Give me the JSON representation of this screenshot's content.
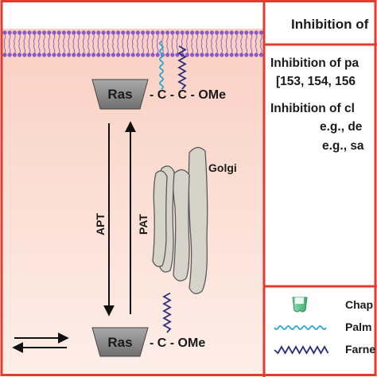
{
  "left_panel": {
    "ras_top": "Ras",
    "chain_top": "- C - C - OMe",
    "ras_bottom": "Ras",
    "chain_bottom": "- C - OMe",
    "apt_label": "APT",
    "pat_label": "PAT",
    "golgi_label": "Golgi"
  },
  "right_panel": {
    "header": "Inhibition of",
    "line1": "Inhibition of pa",
    "line2": "[153, 154, 156",
    "line3": "Inhibition of cl",
    "line4": "e.g., de",
    "line5": "e.g., sa"
  },
  "legend": {
    "items": [
      {
        "label": "Chap",
        "icon": "chaperone-icon"
      },
      {
        "label": "Palm",
        "icon": "palmitoyl-chain-icon"
      },
      {
        "label": "Farne",
        "icon": "farnesyl-chain-icon"
      }
    ]
  },
  "colors": {
    "frame": "#e03c31",
    "membrane_lipid": "#8a5bc0",
    "palmitoyl": "#2aa7d6",
    "farnesyl": "#2a2f80",
    "chaperone": "#5cbf8a",
    "ras_fill": "#8e8e8e",
    "golgi_fill": "#d6d3c8"
  }
}
